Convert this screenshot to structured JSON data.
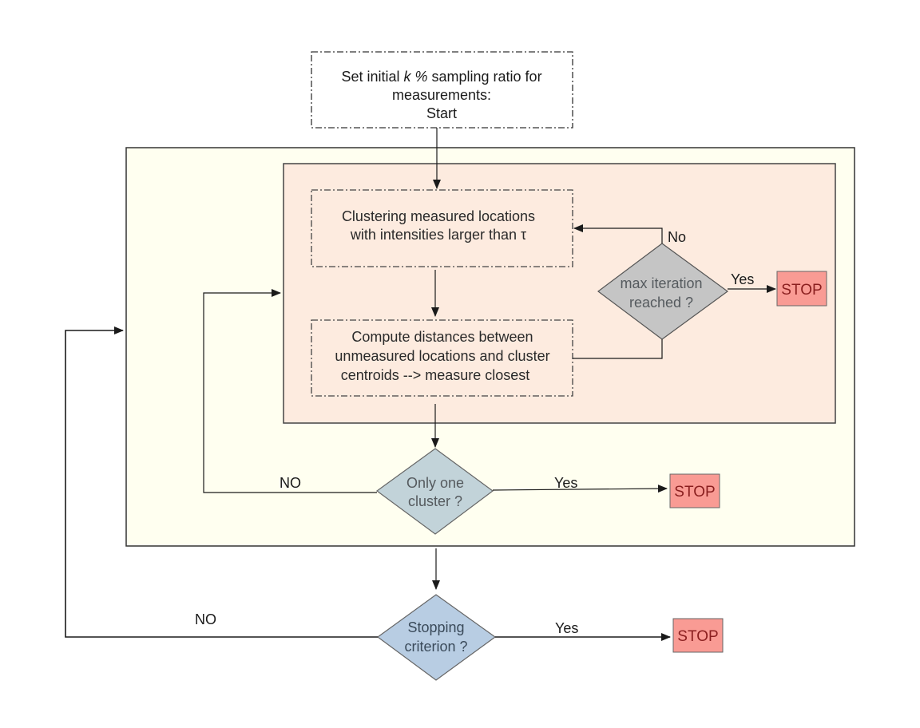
{
  "start_box": {
    "line1_pre": "Set initial ",
    "line1_italic": "k %",
    "line1_post": " sampling ratio for",
    "line2": "measurements:",
    "line3": "Start"
  },
  "cluster_box": {
    "line1": "Clustering measured locations",
    "line2": "with intensities larger than τ"
  },
  "distance_box": {
    "line1": "Compute distances between",
    "line2": "unmeasured locations and cluster",
    "line3": "centroids --> measure closest"
  },
  "max_iter_decision": {
    "line1": "max iteration",
    "line2": "reached ?",
    "no_label": "No",
    "yes_label": "Yes"
  },
  "one_cluster_decision": {
    "line1": "Only one",
    "line2": "cluster ?",
    "no_label": "NO",
    "yes_label": "Yes"
  },
  "stopping_decision": {
    "line1": "Stopping",
    "line2": "criterion ?",
    "no_label": "NO",
    "yes_label": "Yes"
  },
  "stop_labels": {
    "inner": "STOP",
    "middle": "STOP",
    "outer": "STOP"
  },
  "colors": {
    "outer_region": "#fffff0",
    "inner_region": "#fdebdf",
    "stop_fill": "#f99b94",
    "max_iter_fill": "#c5c5c5",
    "one_cluster_fill": "#c2d3d9",
    "stopping_fill": "#b8cde3"
  }
}
